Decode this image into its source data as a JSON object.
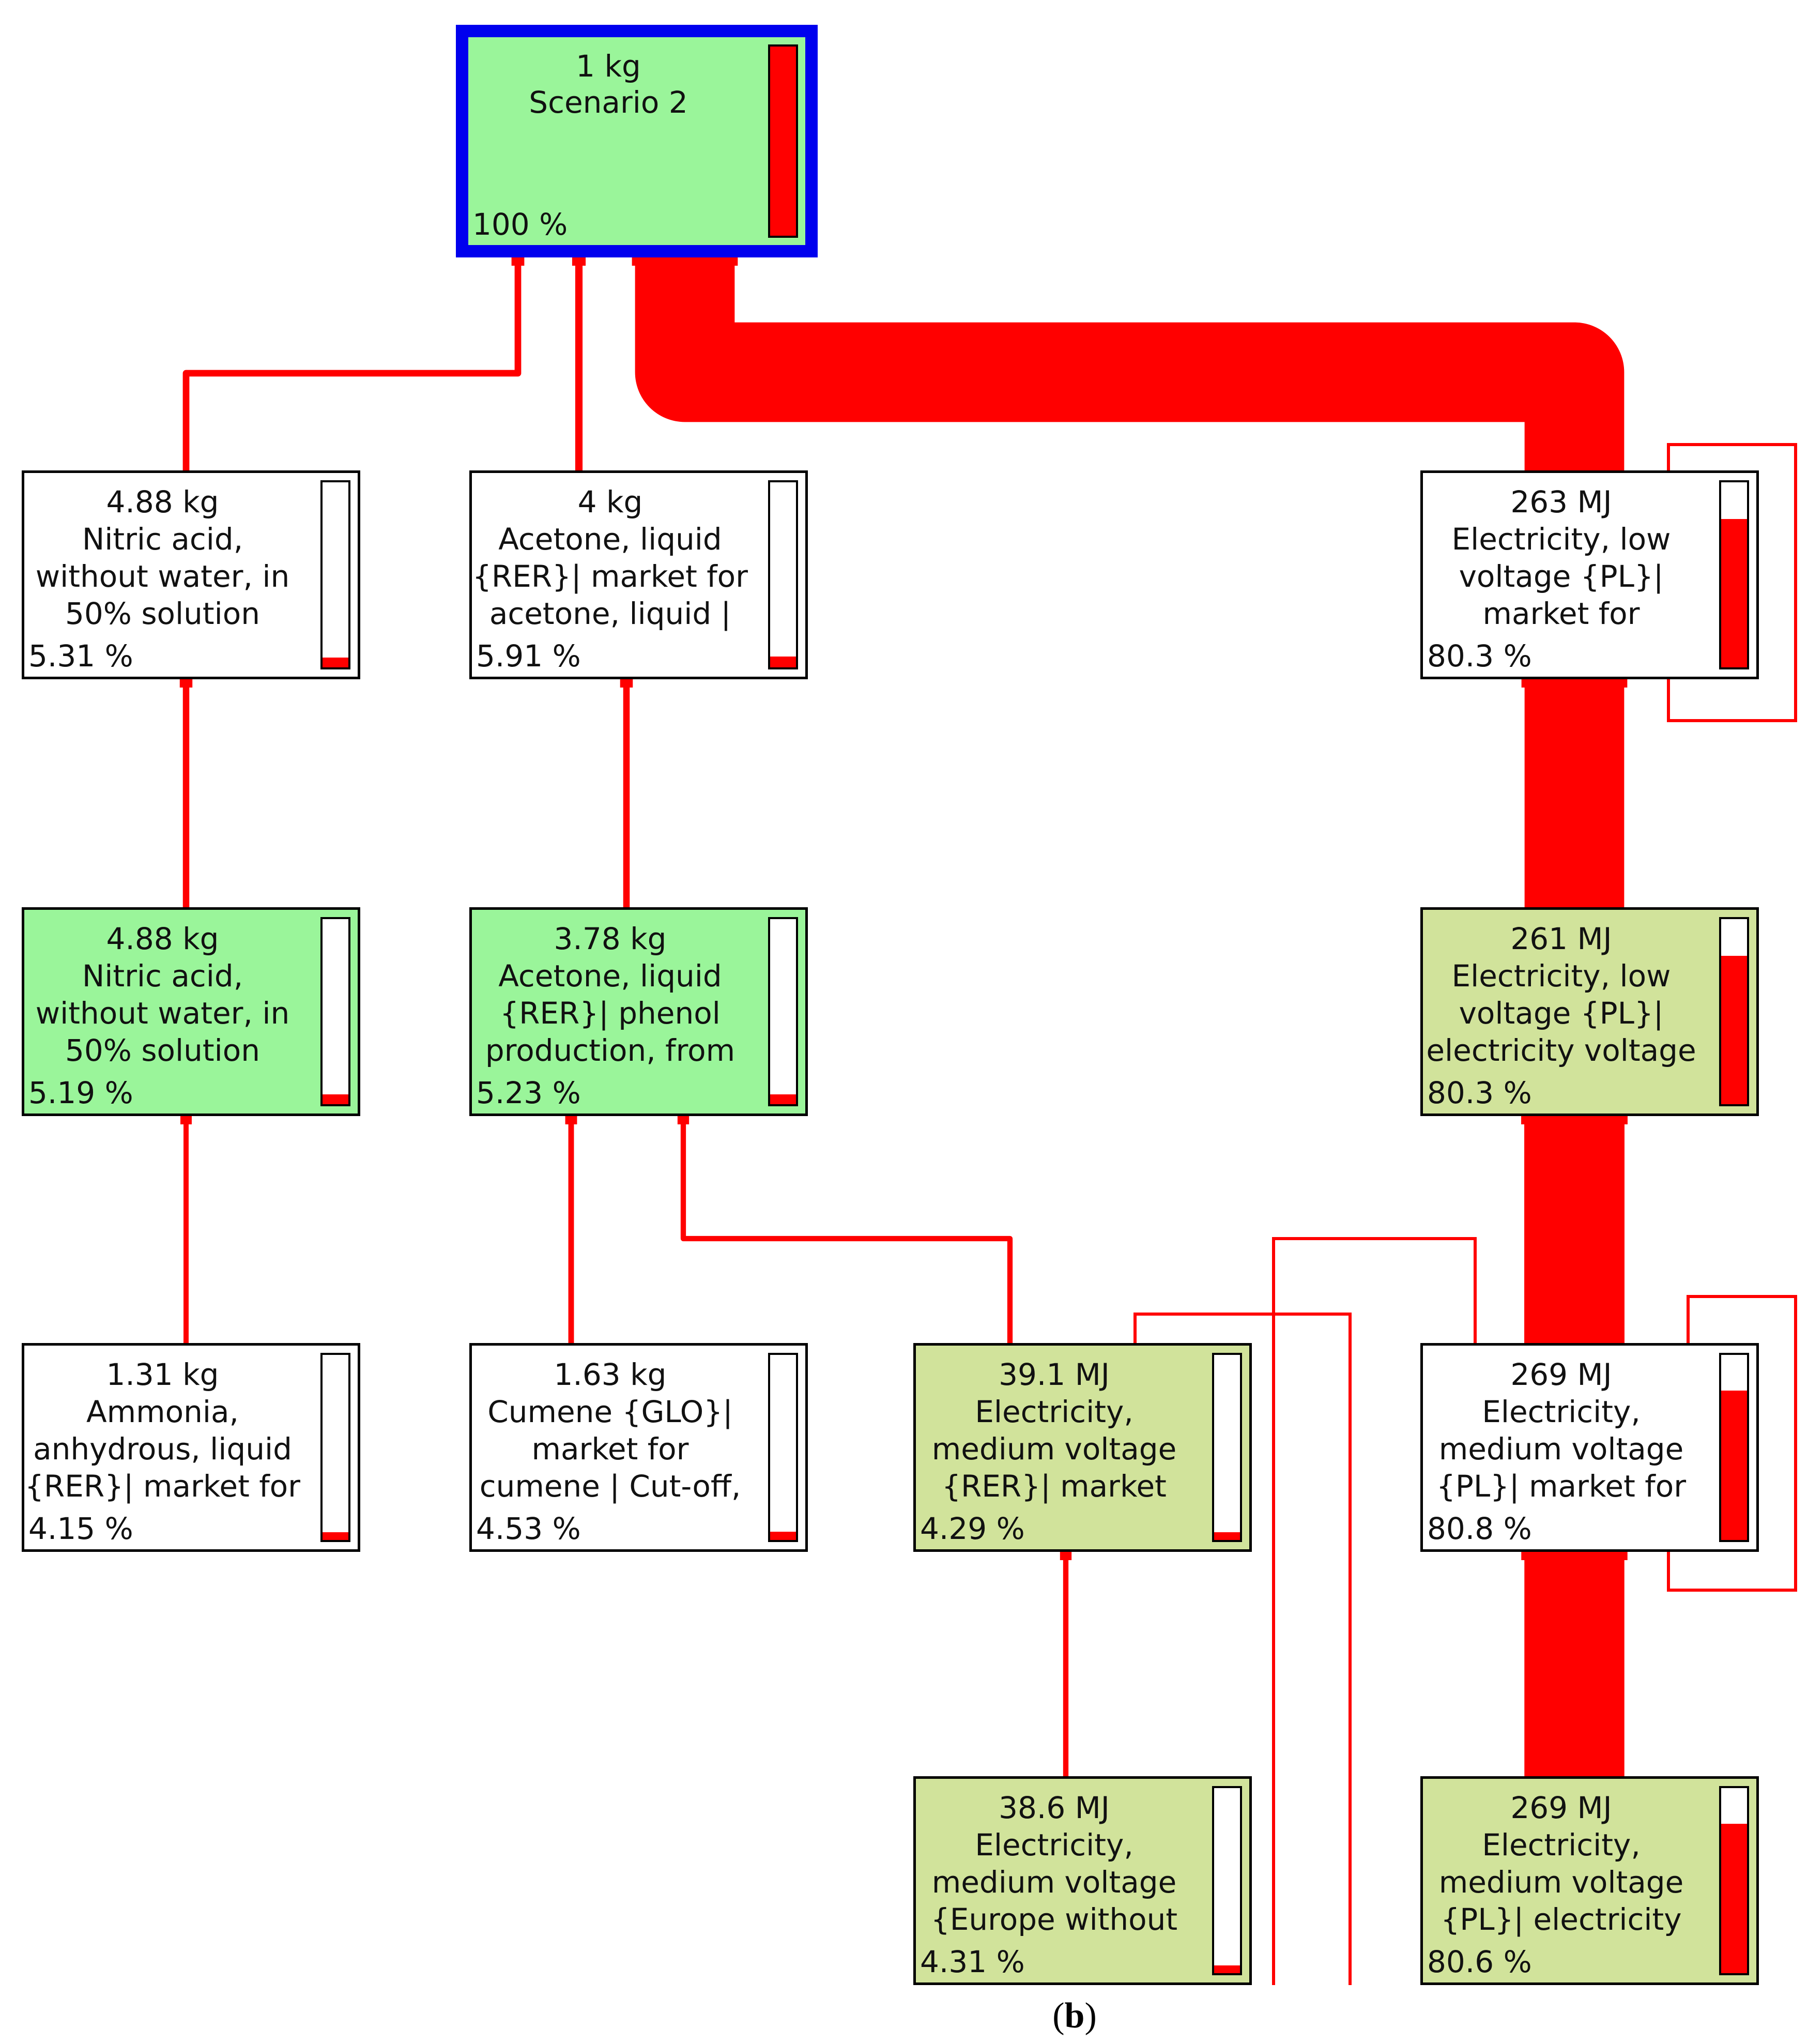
{
  "nodes": [
    {
      "id": "scenario",
      "qty": "1 kg",
      "label": "Scenario 2",
      "pct": "100 %",
      "fill": 1.0,
      "style": "root"
    },
    {
      "id": "nitric-market",
      "qty": "4.88 kg",
      "label": "Nitric acid,\nwithout water, in\n50% solution",
      "pct": "5.31 %",
      "fill": 0.053,
      "style": "white"
    },
    {
      "id": "acetone-market",
      "qty": "4 kg",
      "label": "Acetone, liquid\n{RER}| market for\nacetone, liquid |",
      "pct": "5.91 %",
      "fill": 0.059,
      "style": "white"
    },
    {
      "id": "elec-low-market",
      "qty": "263 MJ",
      "label": "Electricity, low\nvoltage {PL}|\nmarket for",
      "pct": "80.3 %",
      "fill": 0.803,
      "style": "white"
    },
    {
      "id": "nitric-prod",
      "qty": "4.88 kg",
      "label": "Nitric acid,\nwithout water, in\n50% solution",
      "pct": "5.19 %",
      "fill": 0.052,
      "style": "green"
    },
    {
      "id": "acetone-prod",
      "qty": "3.78 kg",
      "label": "Acetone, liquid\n{RER}| phenol\nproduction, from",
      "pct": "5.23 %",
      "fill": 0.052,
      "style": "green"
    },
    {
      "id": "elec-low-volt",
      "qty": "261 MJ",
      "label": "Electricity, low\nvoltage {PL}|\nelectricity voltage",
      "pct": "80.3 %",
      "fill": 0.803,
      "style": "olive"
    },
    {
      "id": "ammonia",
      "qty": "1.31 kg",
      "label": "Ammonia,\nanhydrous, liquid\n{RER}| market for",
      "pct": "4.15 %",
      "fill": 0.042,
      "style": "white"
    },
    {
      "id": "cumene",
      "qty": "1.63 kg",
      "label": "Cumene {GLO}|\nmarket for\ncumene | Cut-off,",
      "pct": "4.53 %",
      "fill": 0.045,
      "style": "white"
    },
    {
      "id": "elec-med-rer",
      "qty": "39.1 MJ",
      "label": "Electricity,\nmedium voltage\n{RER}| market",
      "pct": "4.29 %",
      "fill": 0.043,
      "style": "olive"
    },
    {
      "id": "elec-med-pl-market",
      "qty": "269 MJ",
      "label": "Electricity,\nmedium voltage\n{PL}| market for",
      "pct": "80.8 %",
      "fill": 0.808,
      "style": "white"
    },
    {
      "id": "elec-med-europe",
      "qty": "38.6 MJ",
      "label": "Electricity,\nmedium voltage\n{Europe without",
      "pct": "4.31 %",
      "fill": 0.043,
      "style": "olive"
    },
    {
      "id": "elec-med-pl",
      "qty": "269 MJ",
      "label": "Electricity,\nmedium voltage\n{PL}| electricity",
      "pct": "80.6 %",
      "fill": 0.806,
      "style": "olive"
    }
  ],
  "flows": [
    {
      "from": "nitric-market",
      "to": "scenario",
      "share": 0.0531
    },
    {
      "from": "acetone-market",
      "to": "scenario",
      "share": 0.0591
    },
    {
      "from": "elec-low-market",
      "to": "scenario",
      "share": 0.803
    },
    {
      "from": "nitric-prod",
      "to": "nitric-market",
      "share": 0.0519
    },
    {
      "from": "acetone-prod",
      "to": "acetone-market",
      "share": 0.0523
    },
    {
      "from": "elec-low-volt",
      "to": "elec-low-market",
      "share": 0.803
    },
    {
      "from": "ammonia",
      "to": "nitric-prod",
      "share": 0.0415
    },
    {
      "from": "cumene",
      "to": "acetone-prod",
      "share": 0.0453
    },
    {
      "from": "elec-med-rer",
      "to": "acetone-prod",
      "share": 0.0429
    },
    {
      "from": "elec-med-pl-market",
      "to": "elec-low-volt",
      "share": 0.808
    },
    {
      "from": "elec-med-europe",
      "to": "elec-med-rer",
      "share": 0.0431
    },
    {
      "from": "elec-med-pl",
      "to": "elec-med-pl-market",
      "share": 0.806
    }
  ],
  "caption": {
    "open": "(",
    "letter": "b",
    "close": ")"
  },
  "colors": {
    "flow": "#ff0000",
    "root_border": "#0000ee",
    "node_green": "#9af59a",
    "node_olive": "#d1e39b"
  }
}
